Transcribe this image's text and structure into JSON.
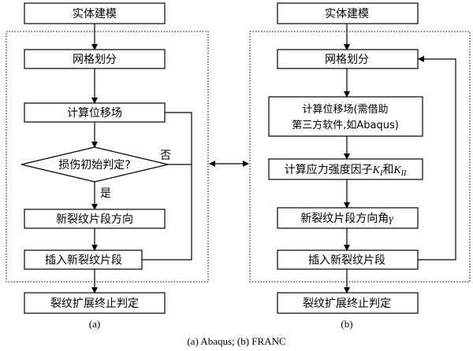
{
  "left": {
    "step1": "实体建模",
    "step2": "网格划分",
    "step3": "计算位移场",
    "decision": "损伤初始判定?",
    "no_label": "否",
    "yes_label": "是",
    "step4": "新裂纹片段方向",
    "step5": "插入新裂纹片段",
    "step6": "裂纹扩展终止判定",
    "label": "(a)"
  },
  "right": {
    "step1": "实体建模",
    "step2": "网格划分",
    "step3_line1": "计算位移场(需借助",
    "step3_line2": "第三方软件,如Abaqus)",
    "step4_prefix": "计算应力强度因子",
    "step4_k": "K",
    "step4_sub1": "I",
    "step4_and": "和",
    "step4_sub2": "II",
    "step5_prefix": "新裂纹片段方向角",
    "step5_symbol": "γ",
    "step6": "插入新裂纹片段",
    "step7": "裂纹扩展终止判定",
    "label": "(b)"
  },
  "caption": "(a) Abaqus;   (b) FRANC"
}
